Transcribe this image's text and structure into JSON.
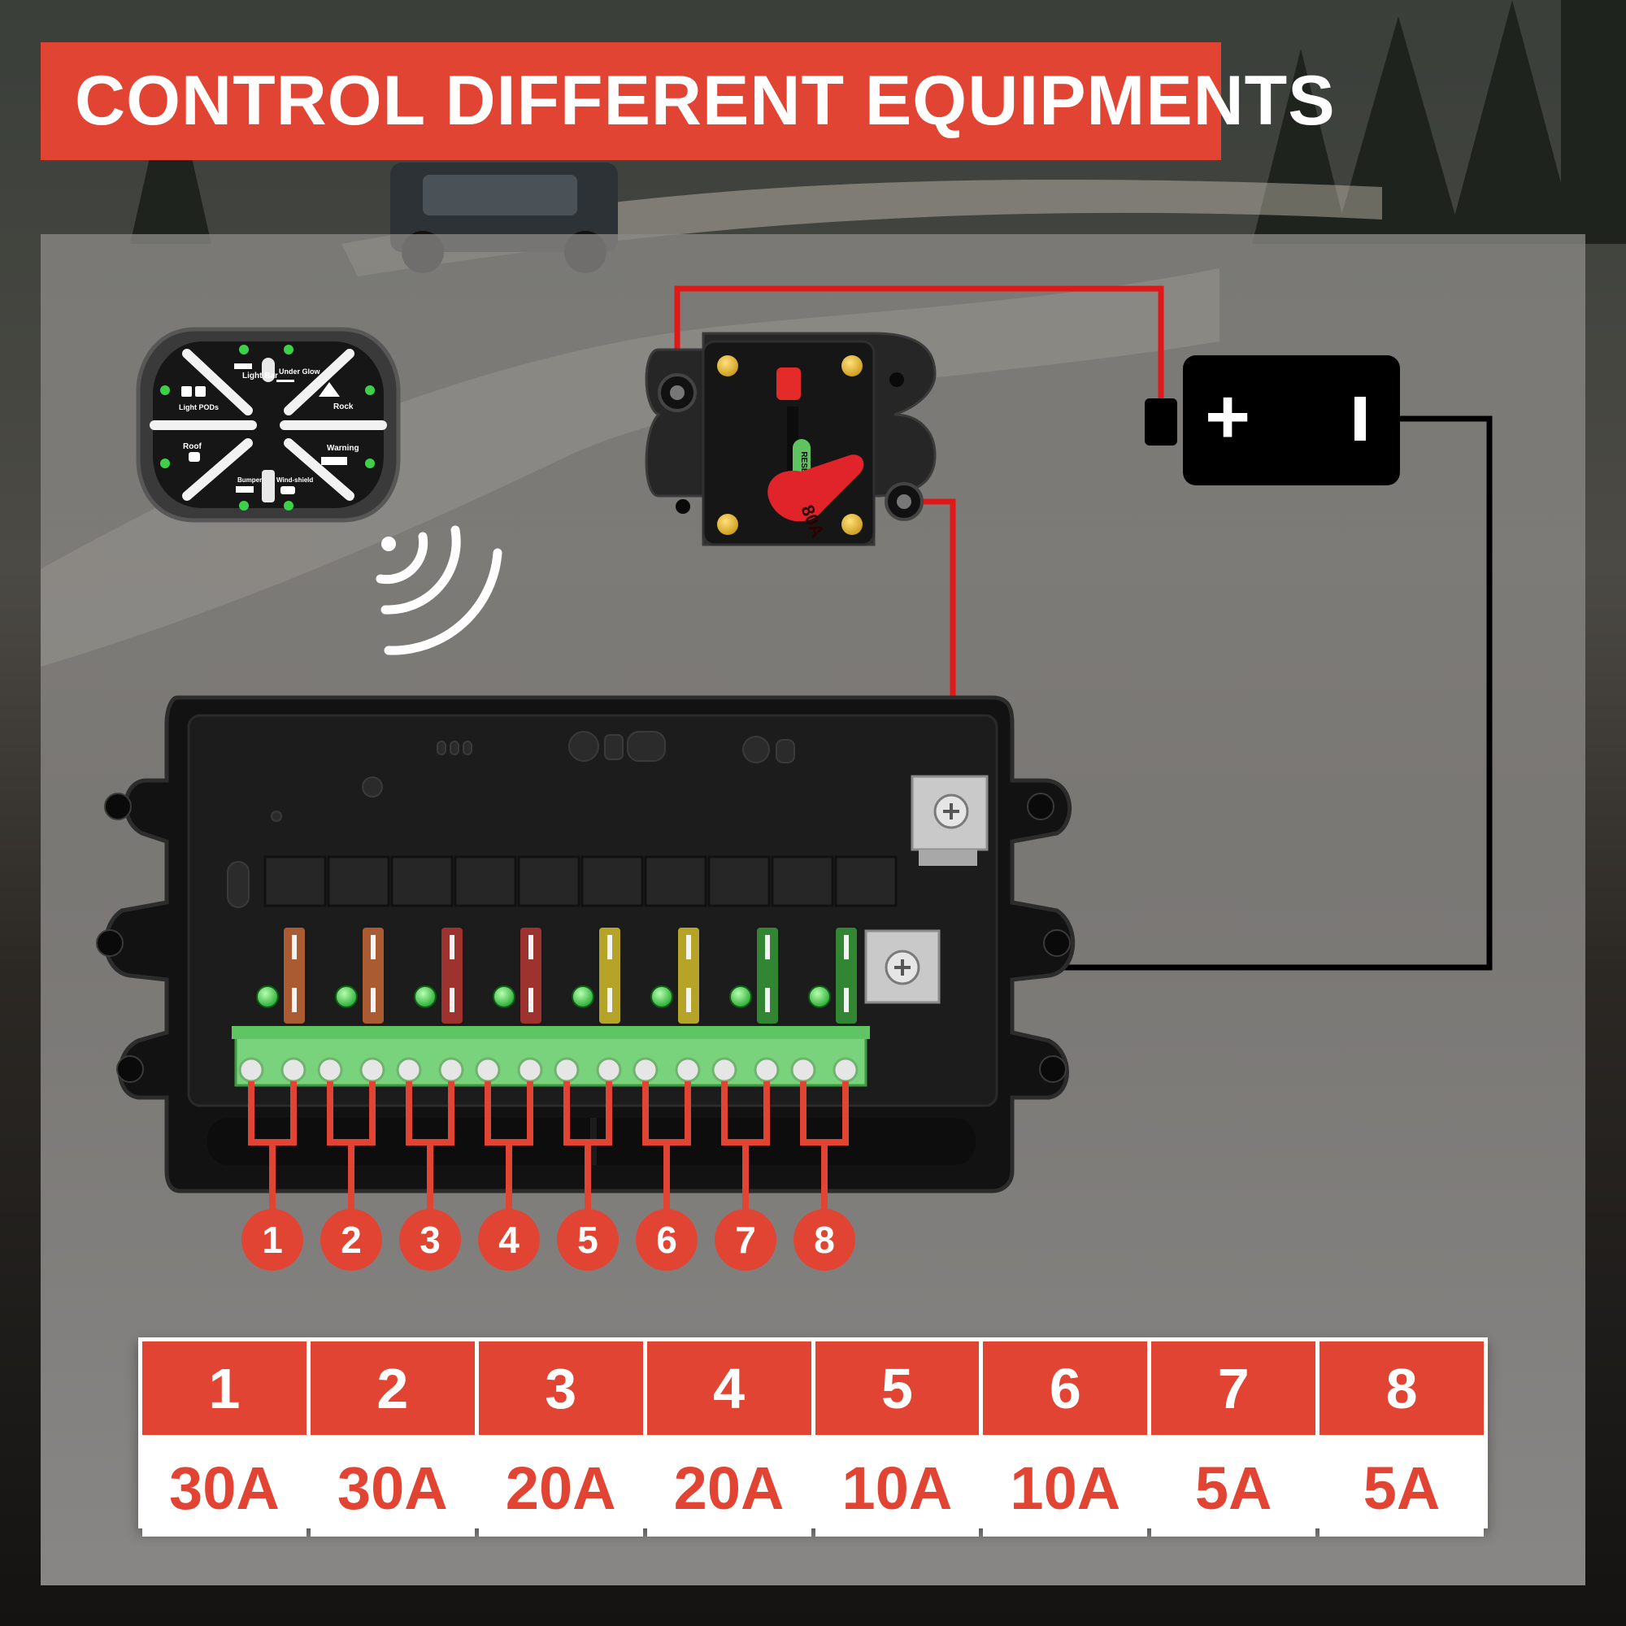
{
  "title": "CONTROL DIFFERENT EQUIPMENTS",
  "colors": {
    "accent": "#e24434",
    "fuse_green_led": "#3fd04a",
    "wire_red": "#e01818",
    "wire_black": "#000000"
  },
  "remote": {
    "labels": [
      "Light Bar",
      "Under Glow",
      "Light PODs",
      "Rock",
      "Roof",
      "Warning",
      "Bumper",
      "Wind-shield"
    ]
  },
  "breaker": {
    "reset_label": "RESET",
    "rating_label": "80A"
  },
  "battery": {
    "positive_symbol": "+"
  },
  "channels": [
    {
      "number": "1",
      "rating": "30A",
      "fuse_color": "#d9703a"
    },
    {
      "number": "2",
      "rating": "30A",
      "fuse_color": "#d9703a"
    },
    {
      "number": "3",
      "rating": "20A",
      "fuse_color": "#c83a34"
    },
    {
      "number": "4",
      "rating": "20A",
      "fuse_color": "#c83a34"
    },
    {
      "number": "5",
      "rating": "10A",
      "fuse_color": "#e8d22c"
    },
    {
      "number": "6",
      "rating": "10A",
      "fuse_color": "#e8d22c"
    },
    {
      "number": "7",
      "rating": "5A",
      "fuse_color": "#3aa83a"
    },
    {
      "number": "8",
      "rating": "5A",
      "fuse_color": "#3aa83a"
    }
  ]
}
